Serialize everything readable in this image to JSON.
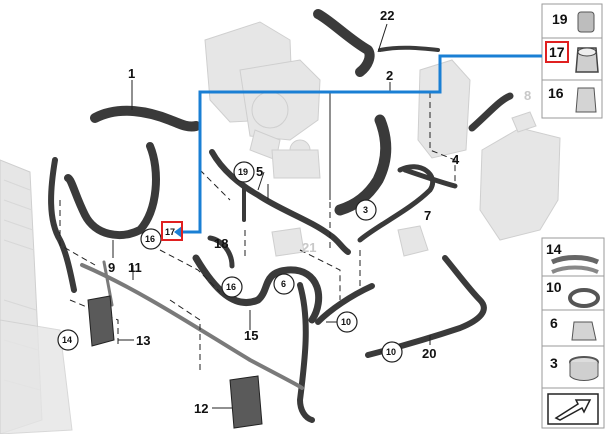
{
  "diagram": {
    "callouts": [
      {
        "id": "c1",
        "label": "1"
      },
      {
        "id": "c2",
        "label": "2"
      },
      {
        "id": "c3",
        "label": "3"
      },
      {
        "id": "c4",
        "label": "4"
      },
      {
        "id": "c5",
        "label": "5"
      },
      {
        "id": "c6",
        "label": "6"
      },
      {
        "id": "c7",
        "label": "7"
      },
      {
        "id": "c8",
        "label": "8"
      },
      {
        "id": "c9",
        "label": "9"
      },
      {
        "id": "c10a",
        "label": "10"
      },
      {
        "id": "c10b",
        "label": "10"
      },
      {
        "id": "c11",
        "label": "11"
      },
      {
        "id": "c12",
        "label": "12"
      },
      {
        "id": "c13",
        "label": "13"
      },
      {
        "id": "c14",
        "label": "14"
      },
      {
        "id": "c15",
        "label": "15"
      },
      {
        "id": "c16a",
        "label": "16"
      },
      {
        "id": "c16b",
        "label": "16"
      },
      {
        "id": "c17",
        "label": "17"
      },
      {
        "id": "c18",
        "label": "18"
      },
      {
        "id": "c19",
        "label": "19"
      },
      {
        "id": "c20",
        "label": "20"
      },
      {
        "id": "c21",
        "label": "21"
      },
      {
        "id": "c22",
        "label": "22"
      }
    ],
    "legend": [
      {
        "id": "l19",
        "label": "19"
      },
      {
        "id": "l17",
        "label": "17"
      },
      {
        "id": "l16",
        "label": "16"
      },
      {
        "id": "l14",
        "label": "14"
      },
      {
        "id": "l10",
        "label": "10"
      },
      {
        "id": "l6",
        "label": "6"
      },
      {
        "id": "l3",
        "label": "3"
      }
    ],
    "colors": {
      "highlight_path": "#1a7fd4",
      "highlight_box": "#e02020",
      "hose": "#3a3a3a",
      "ghost_part": "#e6e6e6"
    }
  }
}
